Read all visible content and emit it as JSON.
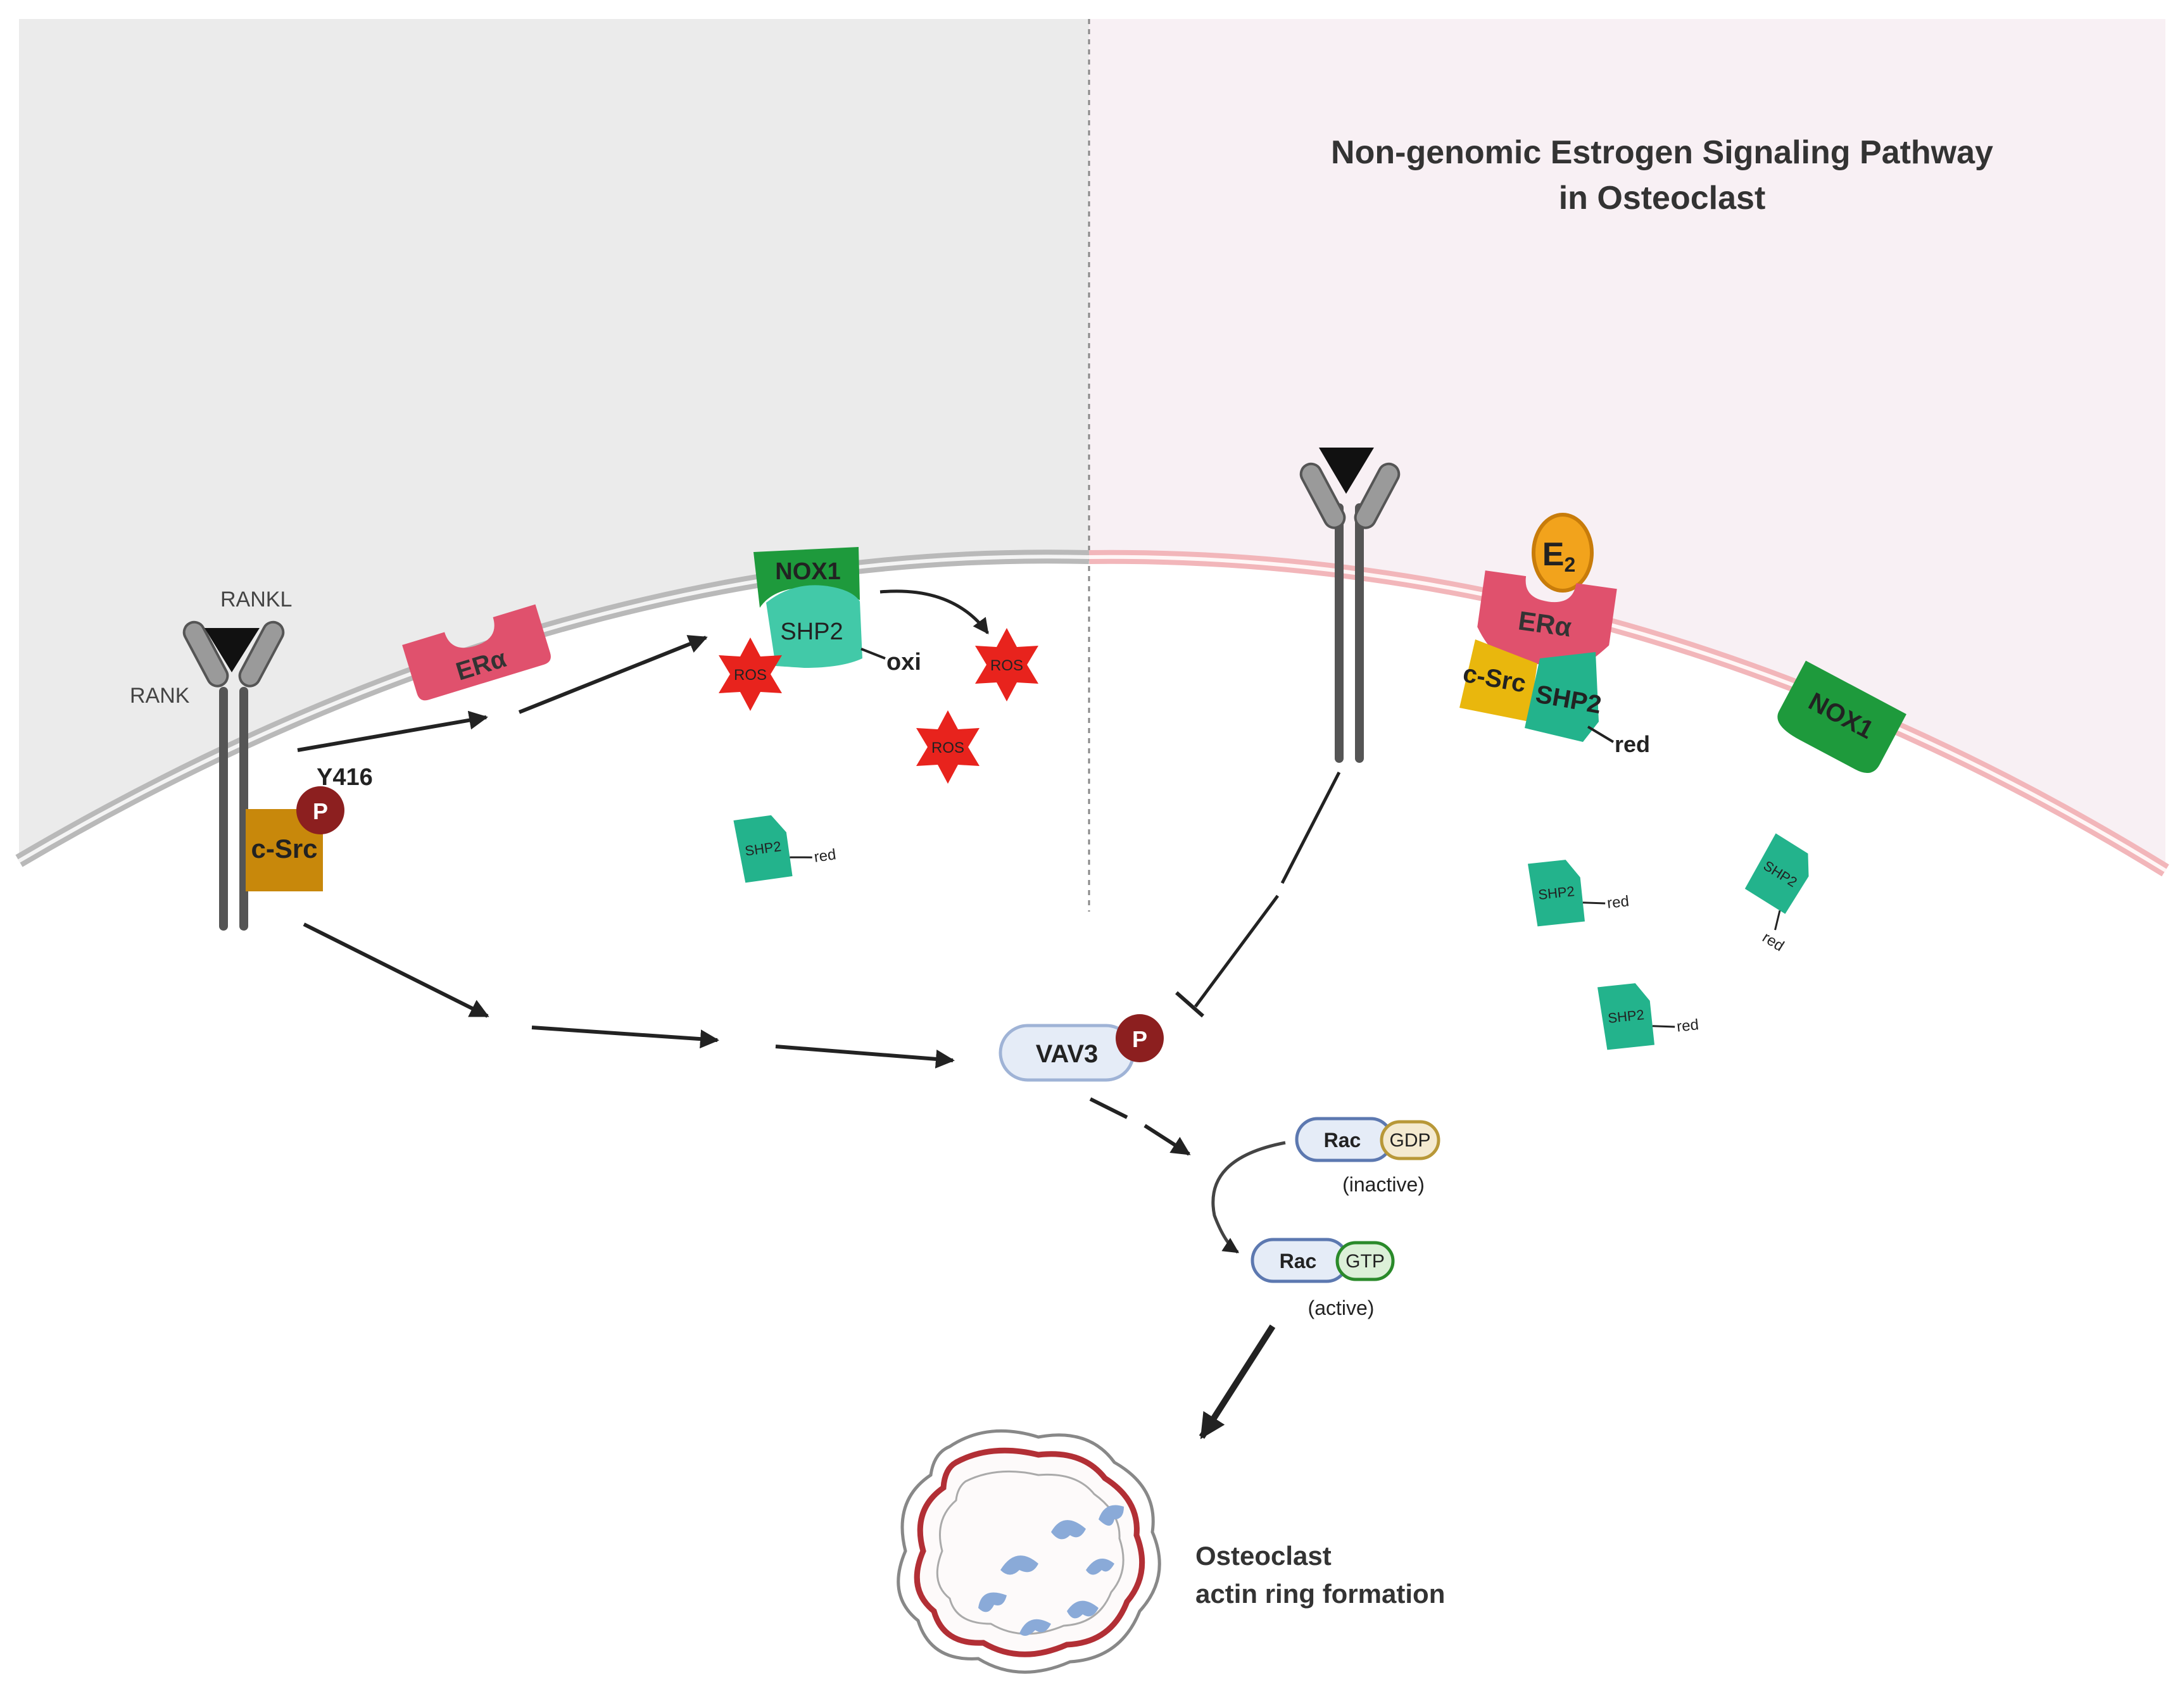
{
  "title": {
    "line1": "Non-genomic Estrogen Signaling Pathway",
    "line2": "in Osteoclast"
  },
  "labels": {
    "rankl": "RANKL",
    "rank": "RANK",
    "y416": "Y416",
    "p": "P",
    "csrc": "c-Src",
    "era": "ERα",
    "nox1": "NOX1",
    "shp2": "SHP2",
    "oxi": "oxi",
    "ros": "ROS",
    "red": "red",
    "vav3": "VAV3",
    "rac": "Rac",
    "gdp": "GDP",
    "gtp": "GTP",
    "inactive": "(inactive)",
    "active": "(active)",
    "e2_main": "E",
    "e2_sub": "2",
    "outcome_line1": "Osteoclast",
    "outcome_line2": "actin ring formation"
  },
  "colors": {
    "left_bg": "#ebebeb",
    "right_bg": "#f8f0f4",
    "membrane_left": "#b8b8b8",
    "membrane_right": "#f2b8bc",
    "era": "#e0516d",
    "nox1": "#1e9a3c",
    "shp2": "#23b38c",
    "shp2_light": "#42c9a8",
    "ros": "#e8231d",
    "csrc_left": "#c8880b",
    "csrc_right": "#e9b70d",
    "phospho": "#8c1f1f",
    "e2": "#f2a31c",
    "vav3": "#e5ecf7",
    "gdp": "#f4ead0",
    "gtp": "#dcf0d8"
  }
}
